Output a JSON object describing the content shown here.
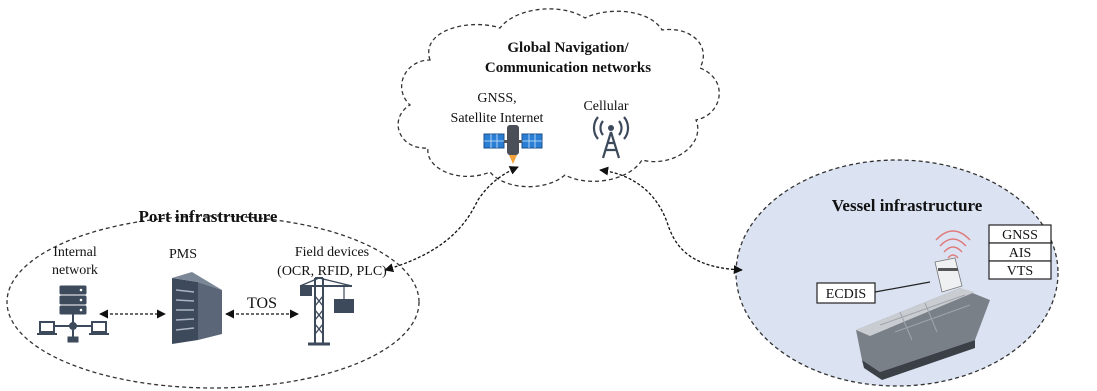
{
  "cloud": {
    "title_line1": "Global Navigation/",
    "title_line2": "Communication networks",
    "gnss_line1": "GNSS,",
    "gnss_line2": "Satellite Internet",
    "cellular": "Cellular"
  },
  "port": {
    "title": "Port infrastructure",
    "internal_line1": "Internal",
    "internal_line2": "network",
    "pms": "PMS",
    "field_line1": "Field devices",
    "field_line2": "(OCR, RFID, PLC)",
    "tos": "TOS"
  },
  "vessel": {
    "title": "Vessel infrastructure",
    "ecdis": "ECDIS",
    "systems": [
      "GNSS",
      "AIS",
      "VTS"
    ]
  },
  "icons": [
    "satellite-icon",
    "cell-tower-icon",
    "network-icon",
    "server-icon",
    "crane-icon",
    "ship-icon"
  ],
  "colors": {
    "vessel_fill": "#dbe3f3",
    "icon_dark": "#3d4a5c",
    "solar_blue": "#2a7fd4"
  }
}
